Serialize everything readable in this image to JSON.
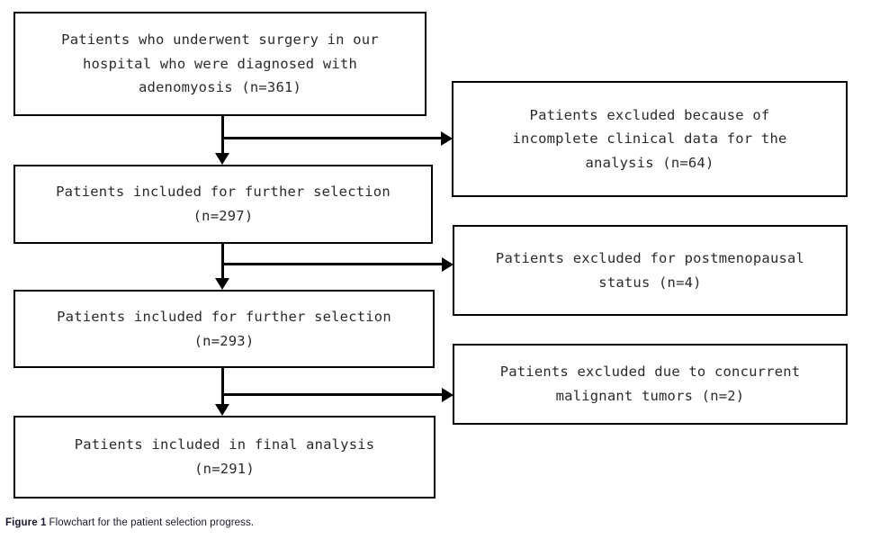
{
  "figure": {
    "caption_label": "Figure 1",
    "caption_text": "Flowchart for the patient selection progress."
  },
  "chart_data": {
    "type": "diagram",
    "diagram_kind": "flowchart",
    "title": "Flowchart for the patient selection progress.",
    "orientation": "top-to-bottom with right-side exclusion branches",
    "nodes": [
      {
        "id": "enrolled",
        "column": "left",
        "text": "Patients who underwent surgery in our hospital who were diagnosed with adenomyosis (n=361)",
        "n": 361
      },
      {
        "id": "excluded-incomplete-data",
        "column": "right",
        "text": "Patients excluded because of incomplete clinical data for the analysis (n=64)",
        "n": 64
      },
      {
        "id": "further-selection-1",
        "column": "left",
        "text": "Patients included for further selection (n=297)",
        "n": 297
      },
      {
        "id": "excluded-postmenopausal",
        "column": "right",
        "text": "Patients excluded for postmenopausal status (n=4)",
        "n": 4
      },
      {
        "id": "further-selection-2",
        "column": "left",
        "text": "Patients included for further selection (n=293)",
        "n": 293
      },
      {
        "id": "excluded-malignant-tumors",
        "column": "right",
        "text": "Patients excluded due to concurrent malignant tumors (n=2)",
        "n": 2
      },
      {
        "id": "final-analysis",
        "column": "left",
        "text": "Patients included in final analysis (n=291)",
        "n": 291
      }
    ],
    "edges": [
      {
        "from": "enrolled",
        "to": "further-selection-1",
        "kind": "down-arrow"
      },
      {
        "from": "enrolled",
        "to": "excluded-incomplete-data",
        "kind": "right-arrow"
      },
      {
        "from": "further-selection-1",
        "to": "further-selection-2",
        "kind": "down-arrow"
      },
      {
        "from": "further-selection-1",
        "to": "excluded-postmenopausal",
        "kind": "right-arrow"
      },
      {
        "from": "further-selection-2",
        "to": "final-analysis",
        "kind": "down-arrow"
      },
      {
        "from": "further-selection-2",
        "to": "excluded-malignant-tumors",
        "kind": "right-arrow"
      }
    ],
    "colors": {
      "background": "#ffffff",
      "box_border": "#000000",
      "text": "#2b2b2b",
      "connector": "#000000",
      "caption": "#1a1a2e"
    }
  },
  "nodes": {
    "enrolled": "Patients who underwent surgery in our\nhospital who were diagnosed with\nadenomyosis (n=361)",
    "excluded_incomplete_data": "Patients excluded because of\nincomplete clinical data for the\nanalysis (n=64)",
    "further_selection_1": "Patients included for further selection\n(n=297)",
    "excluded_postmenopausal": "Patients excluded for postmenopausal\nstatus (n=4)",
    "further_selection_2": "Patients included for further selection\n(n=293)",
    "excluded_malignant_tumors": "Patients excluded due to concurrent\nmalignant tumors (n=2)",
    "final_analysis": "Patients included in final analysis\n(n=291)"
  }
}
